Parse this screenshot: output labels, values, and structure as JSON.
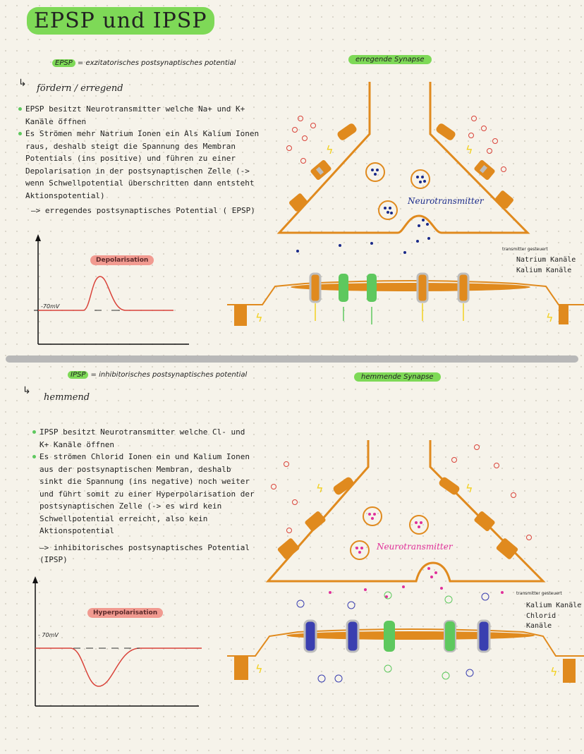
{
  "title": "EPSP und IPSP",
  "epsp": {
    "abbr": "EPSP",
    "definition": "= exzitatorisches postsynaptisches potential",
    "arrow": "↳",
    "effect": "fördern / erregend",
    "points": [
      "EPSP besitzt Neurotransmitter welche Na+ und K+ Kanäle öffnen",
      "Es Strömen mehr Natrium Ionen ein Als Kalium Ionen raus, deshalb steigt die Spannung des Membran Potentials (ins positive) und führen zu einer Depolarisation in der postsynaptischen Zelle (-> wenn Schwellpotential überschritten dann entsteht Aktionspotential)"
    ],
    "conclusion": "—> erregendes postsynaptisches Potential ( EPSP)",
    "graph_label": "Depolarisation",
    "graph_axis_label": "-70mV",
    "synapse_title": "erregende Synapse",
    "neurotransmitter_label": "Neurotransmitter",
    "legend_title": "transmitter gesteuert",
    "legend_items": [
      "Natrium Kanäle",
      "Kalium Kanäle"
    ]
  },
  "ipsp": {
    "abbr": "IPSP",
    "definition": "= inhibitorisches postsynaptisches potential",
    "arrow": "↳",
    "effect": "hemmend",
    "points": [
      "IPSP besitzt Neurotransmitter welche Cl- und K+ Kanäle öffnen",
      "Es strömen Chlorid Ionen ein und Kalium Ionen aus der postsynaptischen Membran, deshalb sinkt die Spannung (ins negative) noch weiter und führt somit zu einer Hyperpolarisation der postsynaptischen Zelle (-> es wird kein Schwellpotential erreicht, also kein Aktionspotential"
    ],
    "conclusion": "—> inhibitorisches postsynaptisches Potential (IPSP)",
    "graph_label": "Hyperpolarisation",
    "graph_axis_label": "- 70mV",
    "synapse_title": "hemmende Synapse",
    "neurotransmitter_label": "Neurotransmitter",
    "legend_title": "transmitter gesteuert",
    "legend_items": [
      "Kalium Kanäle",
      "Chlorid Kanäle"
    ]
  },
  "colors": {
    "highlight": "#7ed957",
    "membrane": "#e08a1e",
    "curve": "#d9433a",
    "pill": "#f19a90",
    "vesicle_epsp": "#1a2a8a",
    "vesicle_ipsp": "#e0309a",
    "channel_green": "#5ec85e",
    "channel_blue": "#3a3fb0"
  },
  "icons": {
    "ion_marker": "small circle",
    "bolt": "lightning-bolt-icon"
  }
}
